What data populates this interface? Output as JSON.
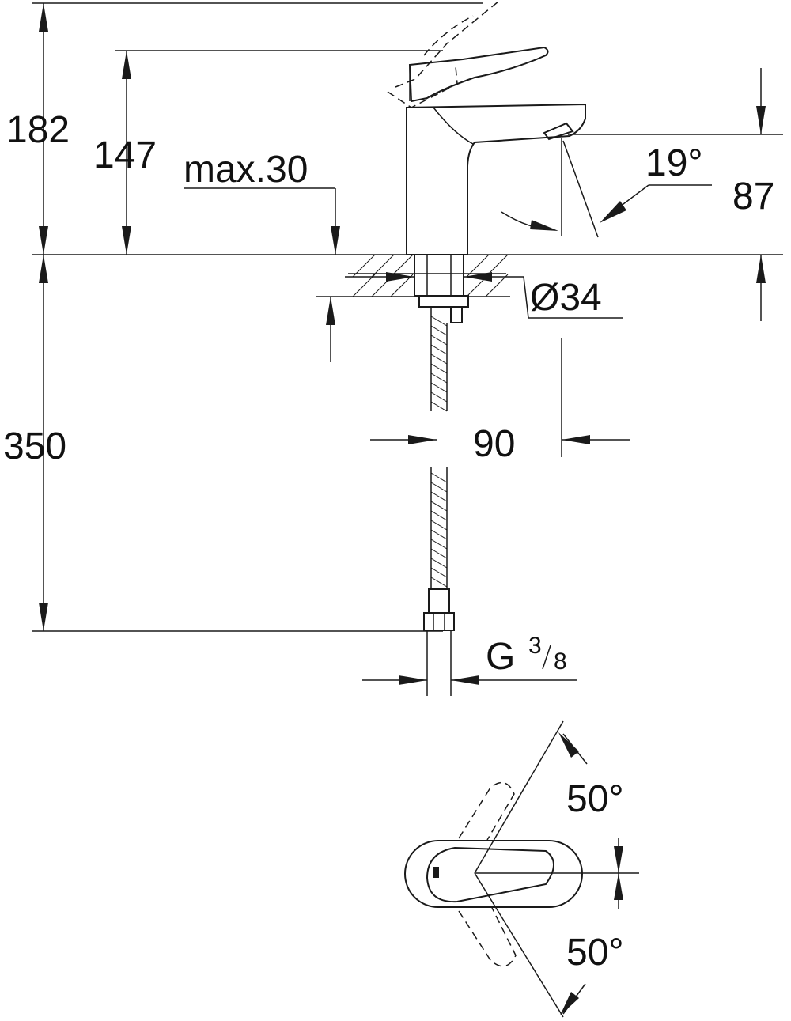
{
  "dimensions": {
    "total_height": "182",
    "spout_height": "147",
    "max_deck_thickness": "max.30",
    "spout_angle": "19°",
    "spout_projection": "87",
    "base_diameter": "Ø34",
    "below_deck_length": "350",
    "spout_reach": "90",
    "connection_thread_main": "G",
    "connection_thread_num": "3",
    "connection_thread_den": "8",
    "lever_angle_up": "50°",
    "lever_angle_down": "50°"
  }
}
